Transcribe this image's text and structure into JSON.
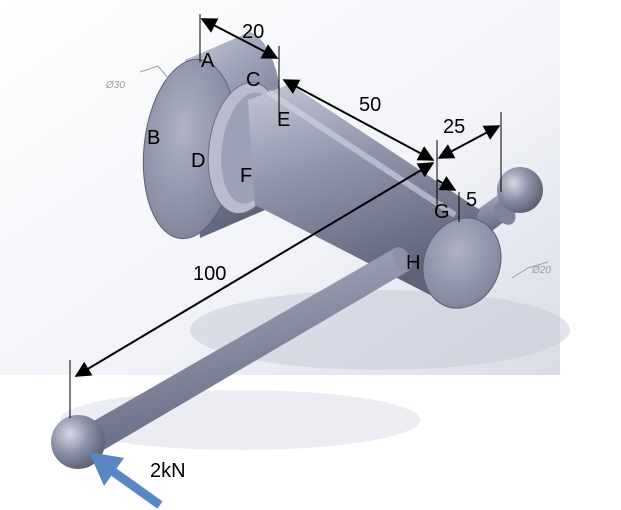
{
  "diagram": {
    "point_labels": {
      "A": "A",
      "B": "B",
      "C": "C",
      "D": "D",
      "E": "E",
      "F": "F",
      "G": "G",
      "H": "H"
    },
    "dimensions": {
      "d20": "20",
      "d50": "50",
      "d25": "25",
      "d5": "5",
      "d100": "100"
    },
    "diameter_notes": {
      "left": "Ø30",
      "right": "Ø20"
    },
    "load": {
      "label": "2kN",
      "arrow_color": "#5b86c4"
    },
    "colors": {
      "part": "#8d92a8",
      "dimension_line": "#000000"
    }
  }
}
